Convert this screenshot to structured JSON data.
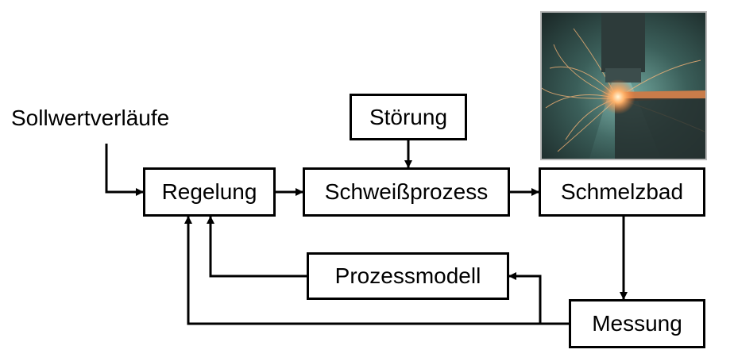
{
  "diagram": {
    "input_label": "Sollwertverläufe",
    "nodes": {
      "regelung": "Regelung",
      "schweissprozess": "Schweißprozess",
      "stoerung": "Störung",
      "schmelzbad": "Schmelzbad",
      "prozessmodell": "Prozessmodell",
      "messung": "Messung"
    }
  },
  "colors": {
    "line": "#000000",
    "box_border": "#000000",
    "photo_bg": "#2e4a47",
    "photo_spark": "#ff9a4d"
  }
}
